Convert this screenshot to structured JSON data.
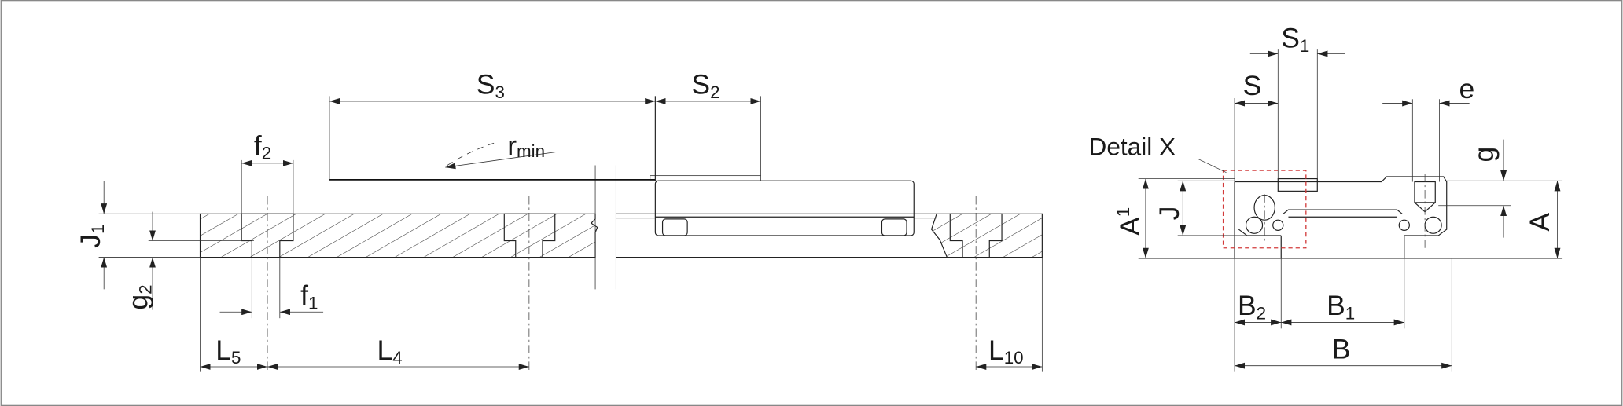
{
  "labels": {
    "S3": {
      "main": "S",
      "sub": "3"
    },
    "S2": {
      "main": "S",
      "sub": "2"
    },
    "rmin": {
      "main": "r",
      "sub": "min"
    },
    "f2": {
      "main": "f",
      "sub": "2"
    },
    "f1": {
      "main": "f",
      "sub": "1"
    },
    "J1": {
      "main": "J",
      "sub": "1"
    },
    "g2": {
      "main": "g",
      "sub": "2"
    },
    "L5": {
      "main": "L",
      "sub": "5"
    },
    "L4": {
      "main": "L",
      "sub": "4"
    },
    "L10": {
      "main": "L",
      "sub": "10"
    },
    "S1": {
      "main": "S",
      "sub": "1"
    },
    "S": {
      "main": "S"
    },
    "e": {
      "main": "e"
    },
    "g": {
      "main": "g"
    },
    "A1": {
      "main": "A",
      "sub": "1"
    },
    "J": {
      "main": "J"
    },
    "A": {
      "main": "A"
    },
    "B2": {
      "main": "B",
      "sub": "2"
    },
    "B1": {
      "main": "B",
      "sub": "1"
    },
    "B": {
      "main": "B"
    },
    "detail": "Detail X"
  },
  "colors": {
    "lines": "#222222",
    "detail_frame": "#d23b3b",
    "border": "#888888"
  }
}
